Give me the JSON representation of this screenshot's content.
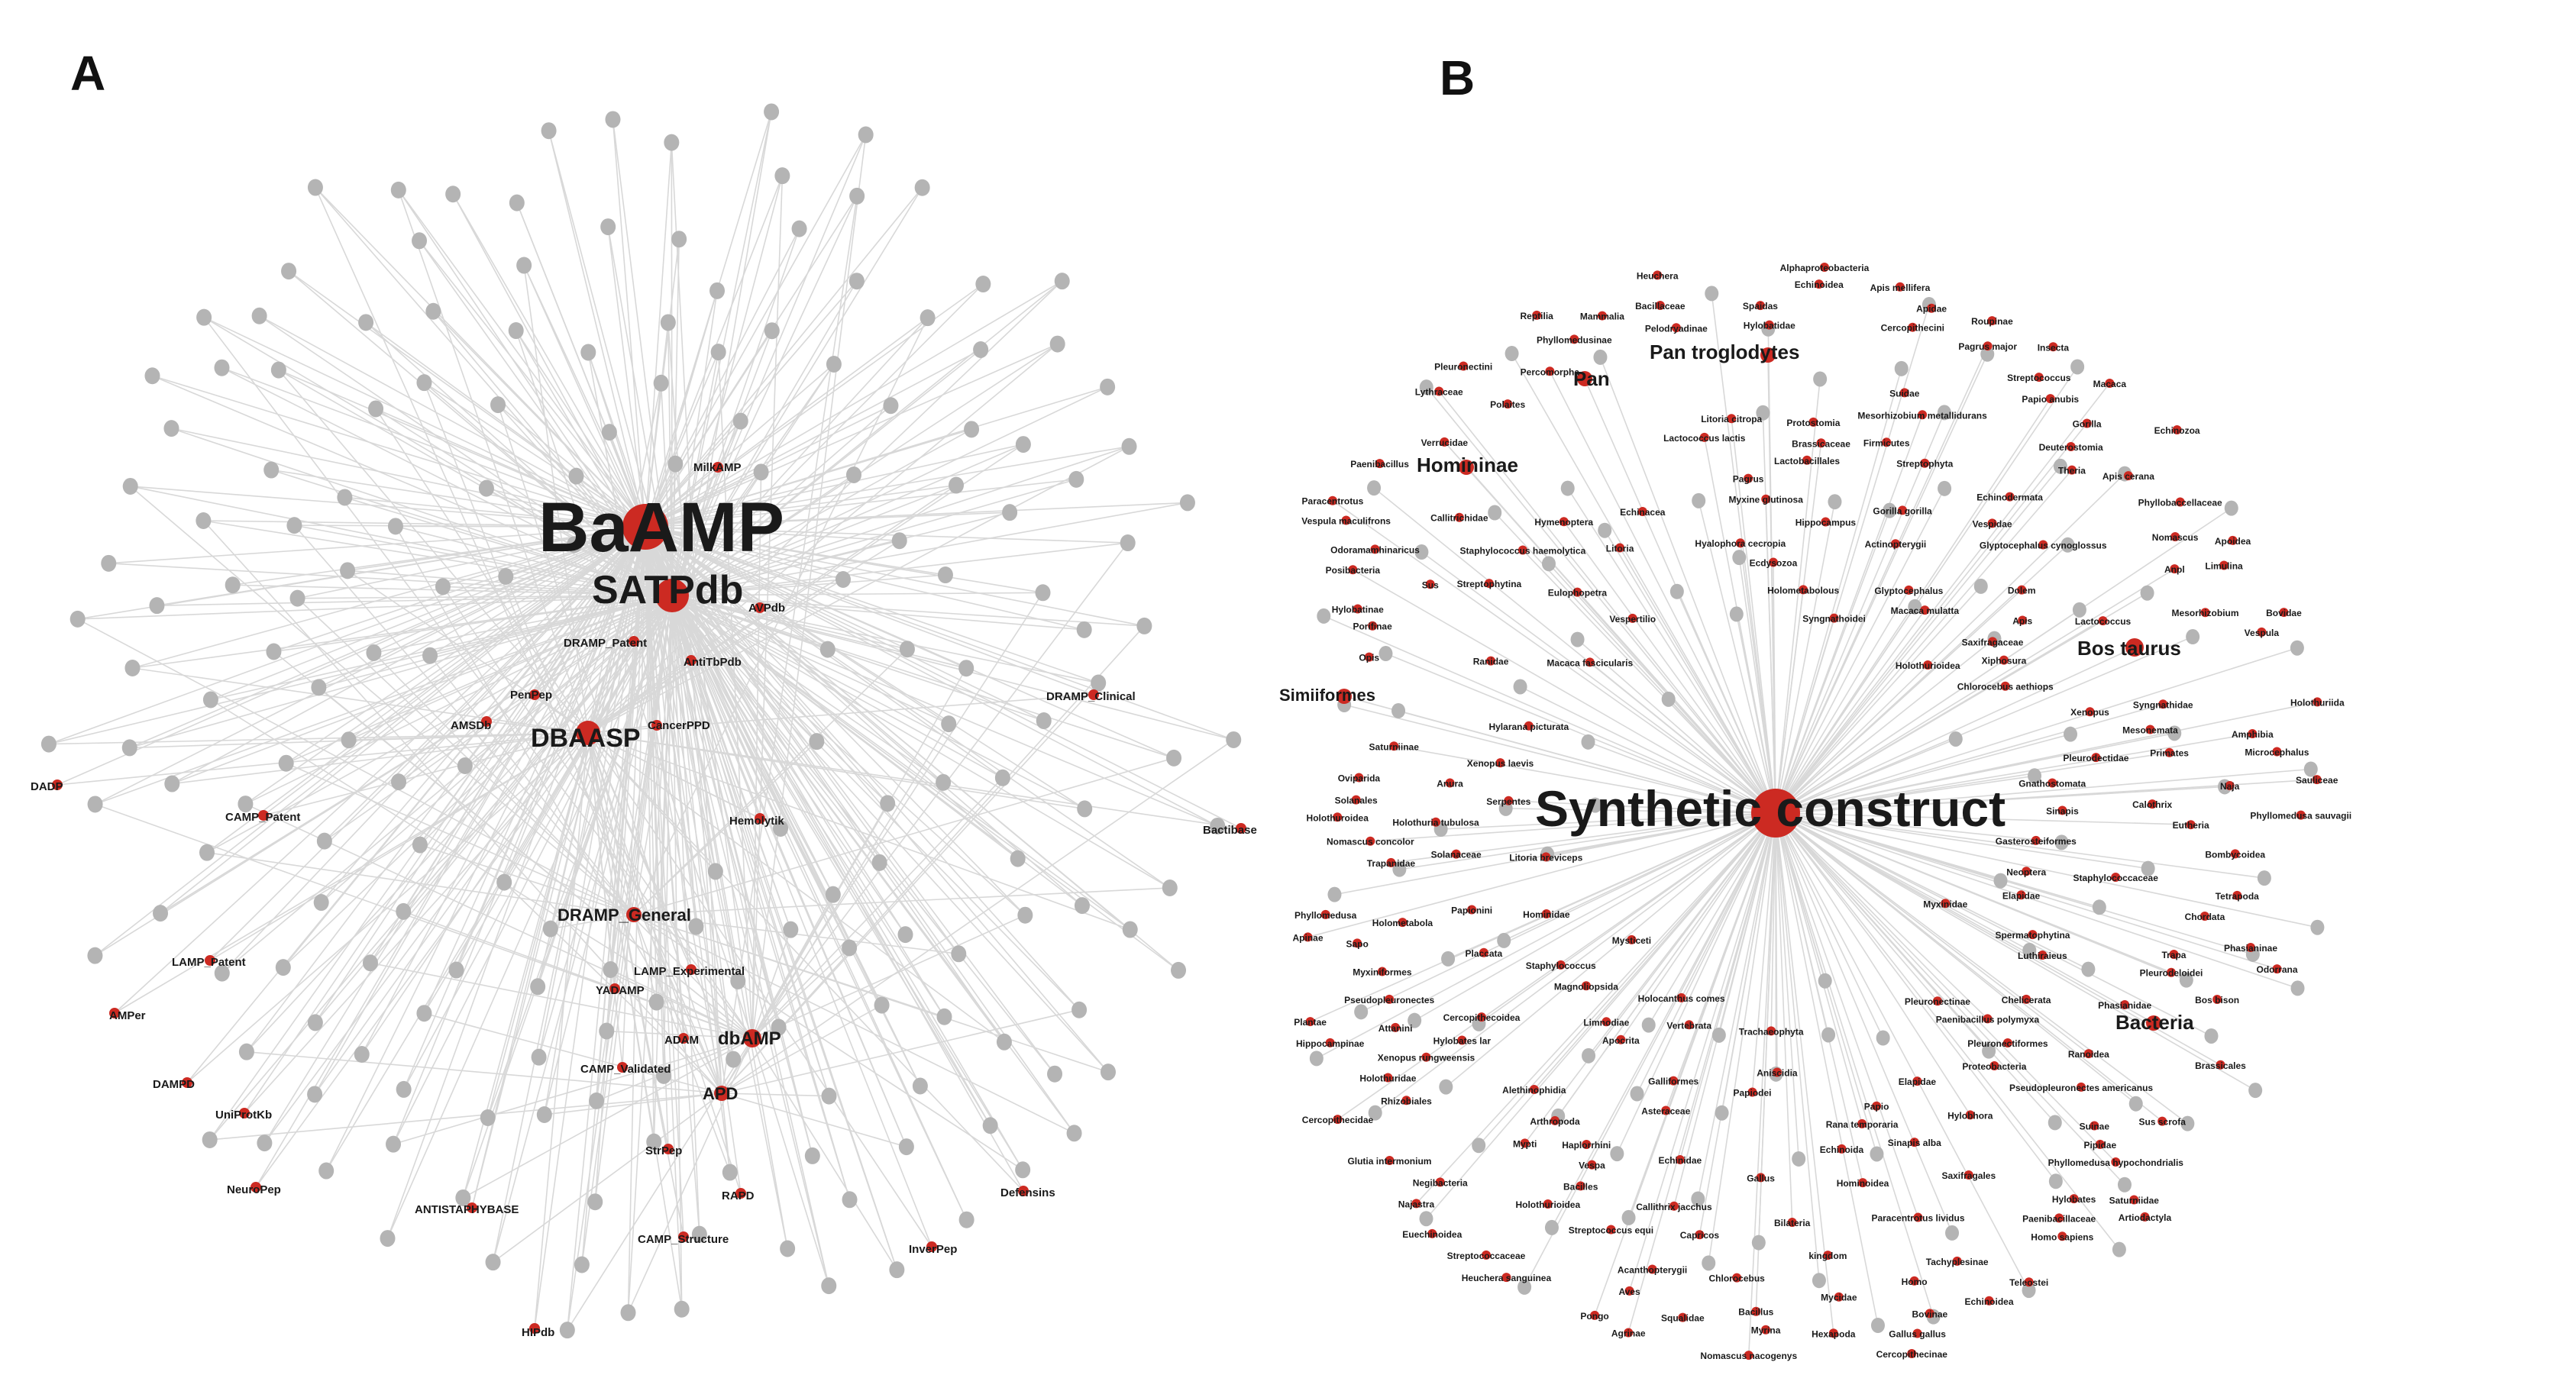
{
  "panels": {
    "a": {
      "letter": "A",
      "hubs": [
        {
          "id": "BaAMP",
          "label": "BaAMP",
          "size": "xl"
        },
        {
          "id": "SATPdb",
          "label": "SATPdb",
          "size": "lg"
        },
        {
          "id": "DBAASP",
          "label": "DBAASP",
          "size": "md"
        },
        {
          "id": "dbAMP",
          "label": "dbAMP",
          "size": "sm"
        },
        {
          "id": "DRAMP_General",
          "label": "DRAMP_General",
          "size": "sm"
        },
        {
          "id": "APD",
          "label": "APD",
          "size": "sm"
        }
      ],
      "nodes": [
        "MilkAMP",
        "AVPdb",
        "DRAMP_Patent",
        "AntiTbPdb",
        "PenPep",
        "AMSDb",
        "CancerPPD",
        "DRAMP_Clinical",
        "DADP",
        "CAMP_Patent",
        "Hemolytik",
        "Bactibase",
        "LAMP_Patent",
        "LAMP_Experimental",
        "YADAMP",
        "AMPer",
        "ADAM",
        "CAMP_Validated",
        "DAMPD",
        "UniProtKb",
        "StrPep",
        "NeuroPep",
        "ANTISTAPHYBASE",
        "RAPD",
        "Defensins",
        "CAMP_Structure",
        "InverPep",
        "HIPdb"
      ]
    },
    "b": {
      "letter": "B",
      "hubs": [
        {
          "id": "synthetic",
          "label": "Synthetic construct",
          "size": "xl"
        },
        {
          "id": "pan_t",
          "label": "Pan troglodytes",
          "size": "sm"
        },
        {
          "id": "pan",
          "label": "Pan",
          "size": "sm"
        },
        {
          "id": "homininae",
          "label": "Homininae",
          "size": "sm"
        },
        {
          "id": "bos",
          "label": "Bos taurus",
          "size": "sm"
        },
        {
          "id": "simiiformes",
          "label": "Simiiformes",
          "size": "sm"
        },
        {
          "id": "bacteria",
          "label": "Bacteria",
          "size": "sm"
        }
      ],
      "nodes": [
        "Bilateria",
        "Porifinae",
        "Bacillaceae",
        "Bacillus",
        "Gallus gallus",
        "kingdom",
        "Brassicales",
        "Gallus",
        "Mycidae",
        "Aniscidia",
        "Attanini",
        "Roupinae",
        "Brassicaceae",
        "Phasianidae",
        "Deuterostomia",
        "Saturniinae",
        "Saturniidae",
        "Galliformes",
        "Lythraceae",
        "Pleurodectidae",
        "Hylobates",
        "Pleurodeloidei",
        "Callitrichidae",
        "Phasianinae",
        "Pleuronectinae",
        "Sinapis",
        "Bombycoidea",
        "Aves",
        "Pleuronectini",
        "Hylobates lar",
        "Pongo",
        "Calothrix",
        "Pleuronectiformes",
        "Phyllomedusa hypochondrialis",
        "Chordata",
        "Rhizobiales",
        "Hylobhora",
        "Magnoliopsida",
        "Mesorhizobium",
        "Verrucidae",
        "Phyllomedusa sauvagii",
        "Pseudopleuronectes",
        "Mesorhizobium metallidurans",
        "Phyllomedusa",
        "Alphaproteobacteria",
        "Nomascus concolor",
        "Phyllobaccellaceae",
        "Trapa",
        "Trapanidae",
        "Holometabola",
        "Phyllomedusinae",
        "Staphylococcus haemolytica",
        "Apoidea",
        "Neoptera",
        "Eulophopetra",
        "Negibacteria",
        "Pseudopleuronectes americanus",
        "Gorilla",
        "Vespidae",
        "Vertebrata",
        "Sauliceae",
        "Apidae",
        "Tachyplesinae",
        "Rana temporaria",
        "Glutia intermonium",
        "Proteobacteria",
        "Hyalophora cecropia",
        "Spermatophytina",
        "Sinapis alba",
        "Apocrita",
        "Staphylococcus",
        "Homo",
        "Callithrix jacchus",
        "Acanthopterygii",
        "Streptophyta",
        "Dolem",
        "Gnathostomata",
        "Bacilles",
        "Macaca mulatta",
        "Gorilla gorilla",
        "Placcata",
        "Trachaeophyta",
        "Hylobatidae",
        "Staphylococcaceae",
        "Myxine glutinosa",
        "Bos bison",
        "Saxifragales",
        "Apinae",
        "Odoramamhinaricus",
        "Luthiraieus",
        "Hymenoptera",
        "Streptococcus",
        "Solanaceae",
        "Macaca",
        "Homo sapiens",
        "Polaites",
        "Nomascus nacogenys",
        "Nomascus",
        "Streptophytina",
        "Asteraceae",
        "Hominidae",
        "Hylarana picturata",
        "Macaca fascicularis",
        "Streptococcus equi",
        "Teleostei",
        "Odorrana",
        "Hylobatinae",
        "Solanales",
        "Percomorpha",
        "Myrina",
        "Insecta",
        "Anpl",
        "Ranidae",
        "Tetrapoda",
        "Litoria citropa",
        "Saxifragaceae",
        "Actinopterygii",
        "Ranoidea",
        "Holothurioidea",
        "Holothuria tubulosa",
        "Hominoidea",
        "Papionini",
        "Firmicutes",
        "Papio anubis",
        "Limnodiae",
        "Apis",
        "Cercopithecidae",
        "Apis cerana",
        "Papio",
        "Holometabolous",
        "Holothuroidea",
        "Cercopithecoidea",
        "Papiodei",
        "Xenopus laevis",
        "Holothuridae",
        "Plantae",
        "Cercopithecinae",
        "Chlorocebus aethiops",
        "Amphibia",
        "Echinodermata",
        "Mammalia",
        "Hexapoda",
        "Heuchera",
        "Apis mellifera",
        "Glyptocephalus",
        "Reptilia",
        "Mysticeti",
        "Posibacteria",
        "Limulina",
        "Haplorrhini",
        "Litoria breviceps",
        "Microcephalus",
        "Echinozoa",
        "Theria",
        "Vespula maculifrons",
        "Anura",
        "Holothuriida",
        "Glyptocephalus cynoglossus",
        "Vespa",
        "Eutheria",
        "Xenopus rungweensis",
        "Squalidae",
        "Holocanthus comes",
        "Spaidas",
        "Chlorocebus",
        "Arthropoda",
        "Heuchera sanguinea",
        "Holothurioidea",
        "Paracentrotus lividus",
        "Vespula",
        "Xiphosura",
        "Litoria",
        "Pipidae",
        "Xenopus",
        "Primates",
        "Bovinae",
        "Vespertilio",
        "Serpentes",
        "Myxinidae",
        "Cercopithecini",
        "Ecdysozoa",
        "Pelodryadinae",
        "Hippocampus",
        "Paracentrotus",
        "Protostomia",
        "Mesonemata",
        "Paenibacillus polymyxa",
        "Pagrus",
        "Echinoidea",
        "Alethinophidia",
        "Hippocampinae",
        "Suidae",
        "Echinidae",
        "Paenibacillus",
        "Oviparida",
        "Syngnathidae",
        "Myxiniformes",
        "Chelicerata",
        "Lactococcus lactis",
        "Euechinoidea",
        "Paenibacillaceae",
        "Pagrus major",
        "Elapidae",
        "Artiodactyla",
        "Sus scrofa",
        "Elapidae",
        "Gasterosteiformes",
        "Syngnathoidei",
        "Echinoidea",
        "Suinae",
        "Capricos",
        "Echinoida",
        "Echinacea",
        "Lactococcus",
        "Bovidae",
        "Opis",
        "Najastra",
        "Streptococcaceae",
        "Sapo",
        "Mypti",
        "Sus",
        "Naja",
        "Agrinae",
        "Lactobacillales"
      ]
    }
  },
  "colors": {
    "hub": "#cc2a22",
    "node_gray": "#b4b4b4",
    "edge": "#d8d8d8",
    "label": "#1a1a1a"
  }
}
